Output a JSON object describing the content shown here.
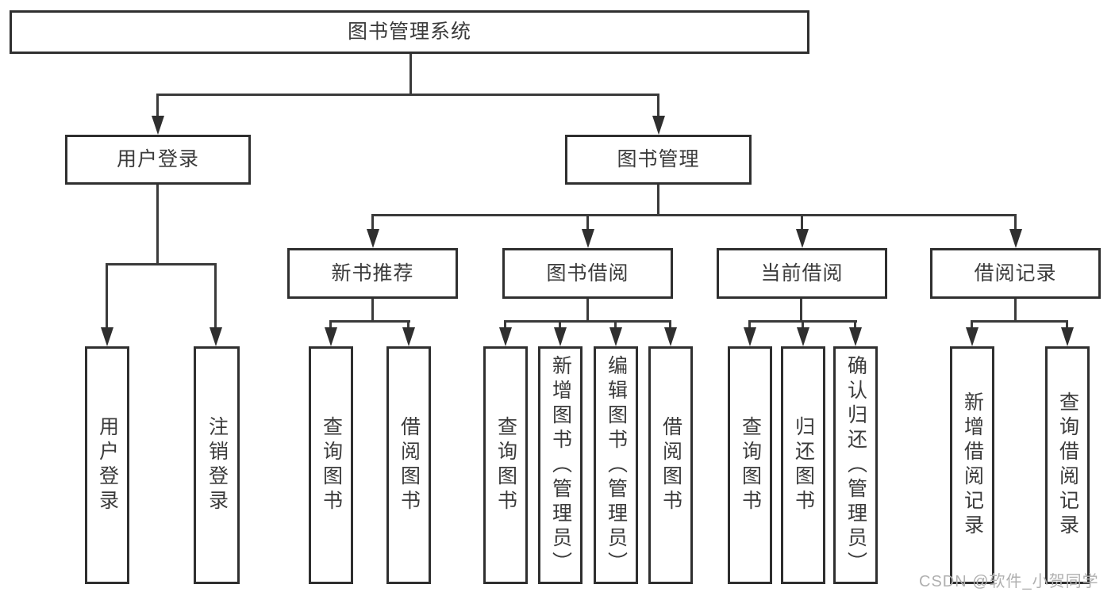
{
  "tree": {
    "label": "图书管理系统",
    "children": [
      {
        "label": "用户登录",
        "children": [
          {
            "label": "用户登录"
          },
          {
            "label": "注销登录"
          }
        ]
      },
      {
        "label": "图书管理",
        "children": [
          {
            "label": "新书推荐",
            "children": [
              {
                "label": "查询图书"
              },
              {
                "label": "借阅图书"
              }
            ]
          },
          {
            "label": "图书借阅",
            "children": [
              {
                "label": "查询图书"
              },
              {
                "label": "新增图书（管理员）"
              },
              {
                "label": "编辑图书（管理员）"
              },
              {
                "label": "借阅图书"
              }
            ]
          },
          {
            "label": "当前借阅",
            "children": [
              {
                "label": "查询图书"
              },
              {
                "label": "归还图书"
              },
              {
                "label": "确认归还（管理员）"
              }
            ]
          },
          {
            "label": "借阅记录",
            "children": [
              {
                "label": "新增借阅记录"
              },
              {
                "label": "查询借阅记录"
              }
            ]
          }
        ]
      }
    ]
  },
  "watermark": {
    "text": "CSDN @软件_小贺同学"
  },
  "colors": {
    "box_border": "#2f2f2f",
    "line": "#3a3a3a",
    "text": "#3b3b3b",
    "watermark": "#b0b0b0",
    "background": "#ffffff"
  }
}
